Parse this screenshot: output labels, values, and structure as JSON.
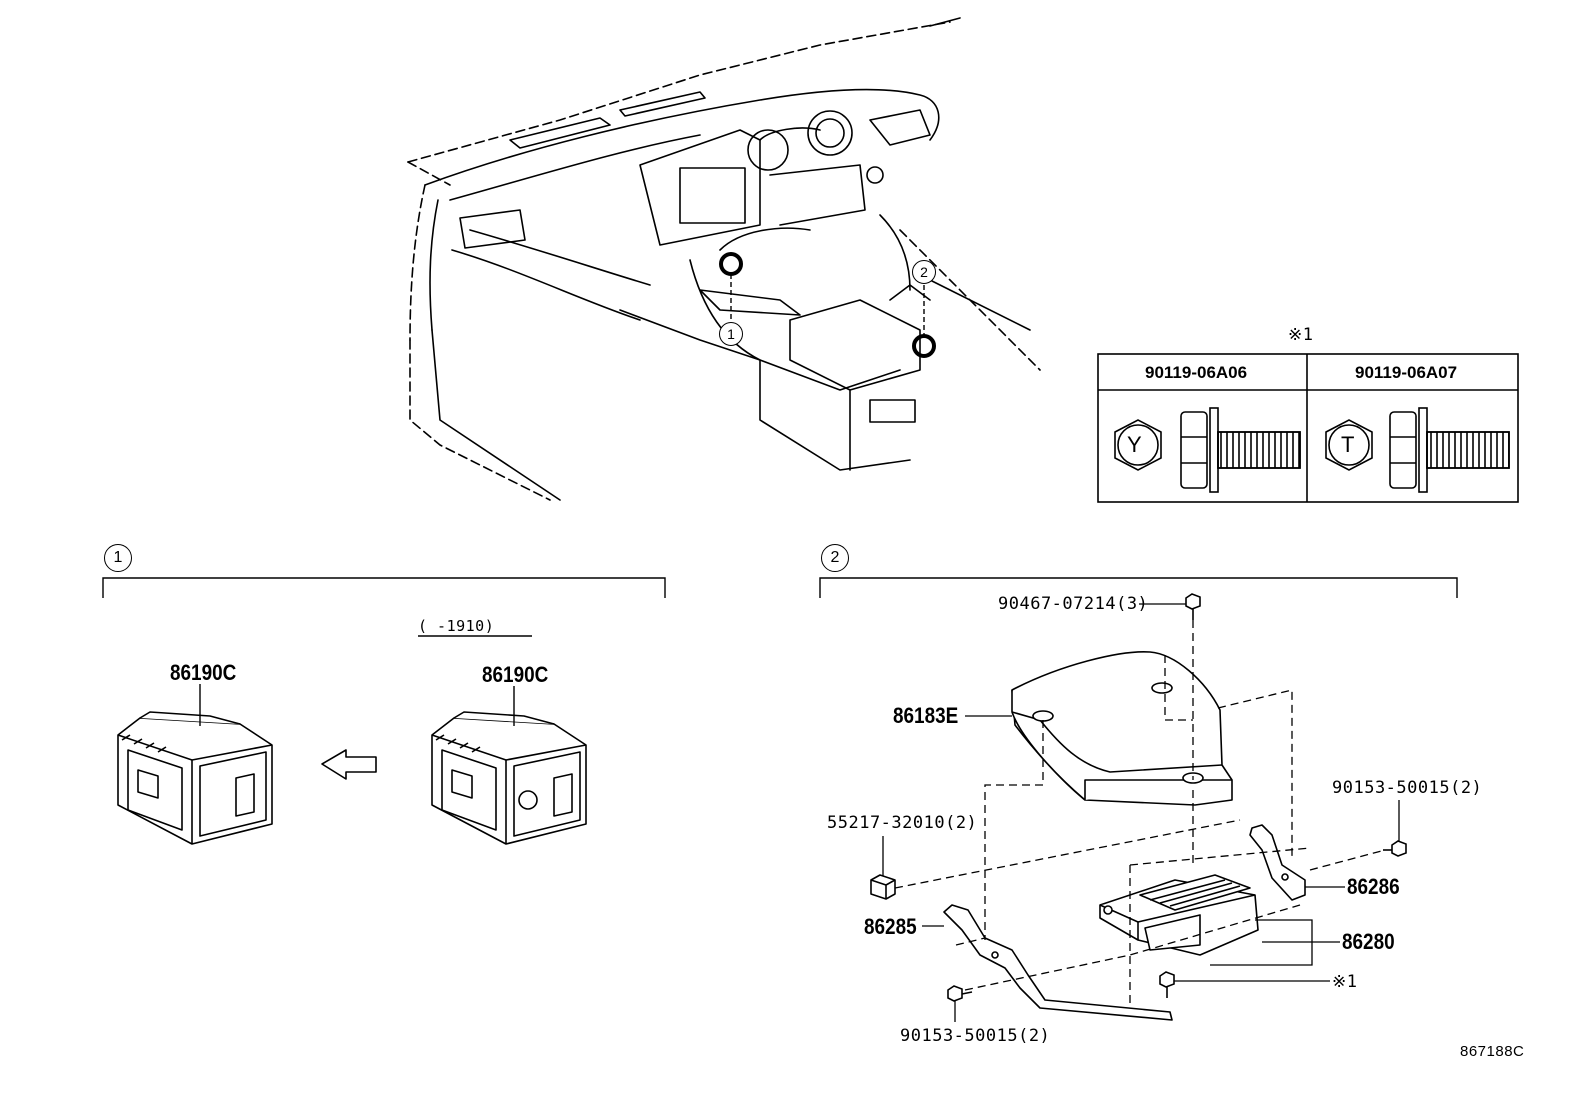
{
  "callouts": {
    "one": "1",
    "two": "2"
  },
  "note_marker": "※1",
  "bolt_table": {
    "marker": "※1",
    "columns": [
      {
        "part": "90119-06A06",
        "head_mark": "Y"
      },
      {
        "part": "90119-06A07",
        "head_mark": "T"
      }
    ]
  },
  "section1": {
    "range_note": "(     -1910)",
    "part_left": "86190C",
    "part_right": "86190C"
  },
  "section2": {
    "labels": {
      "bolt_top": "90467-07214(3)",
      "cover": "86183E",
      "clip": "55217-32010(2)",
      "bolt_right": "90153-50015(2)",
      "bracket_right": "86286",
      "bracket_left": "86285",
      "module": "86280",
      "bolt_bottom_note": "※1",
      "bolt_bottom": "90153-50015(2)"
    }
  },
  "illustration_id": "867188C"
}
